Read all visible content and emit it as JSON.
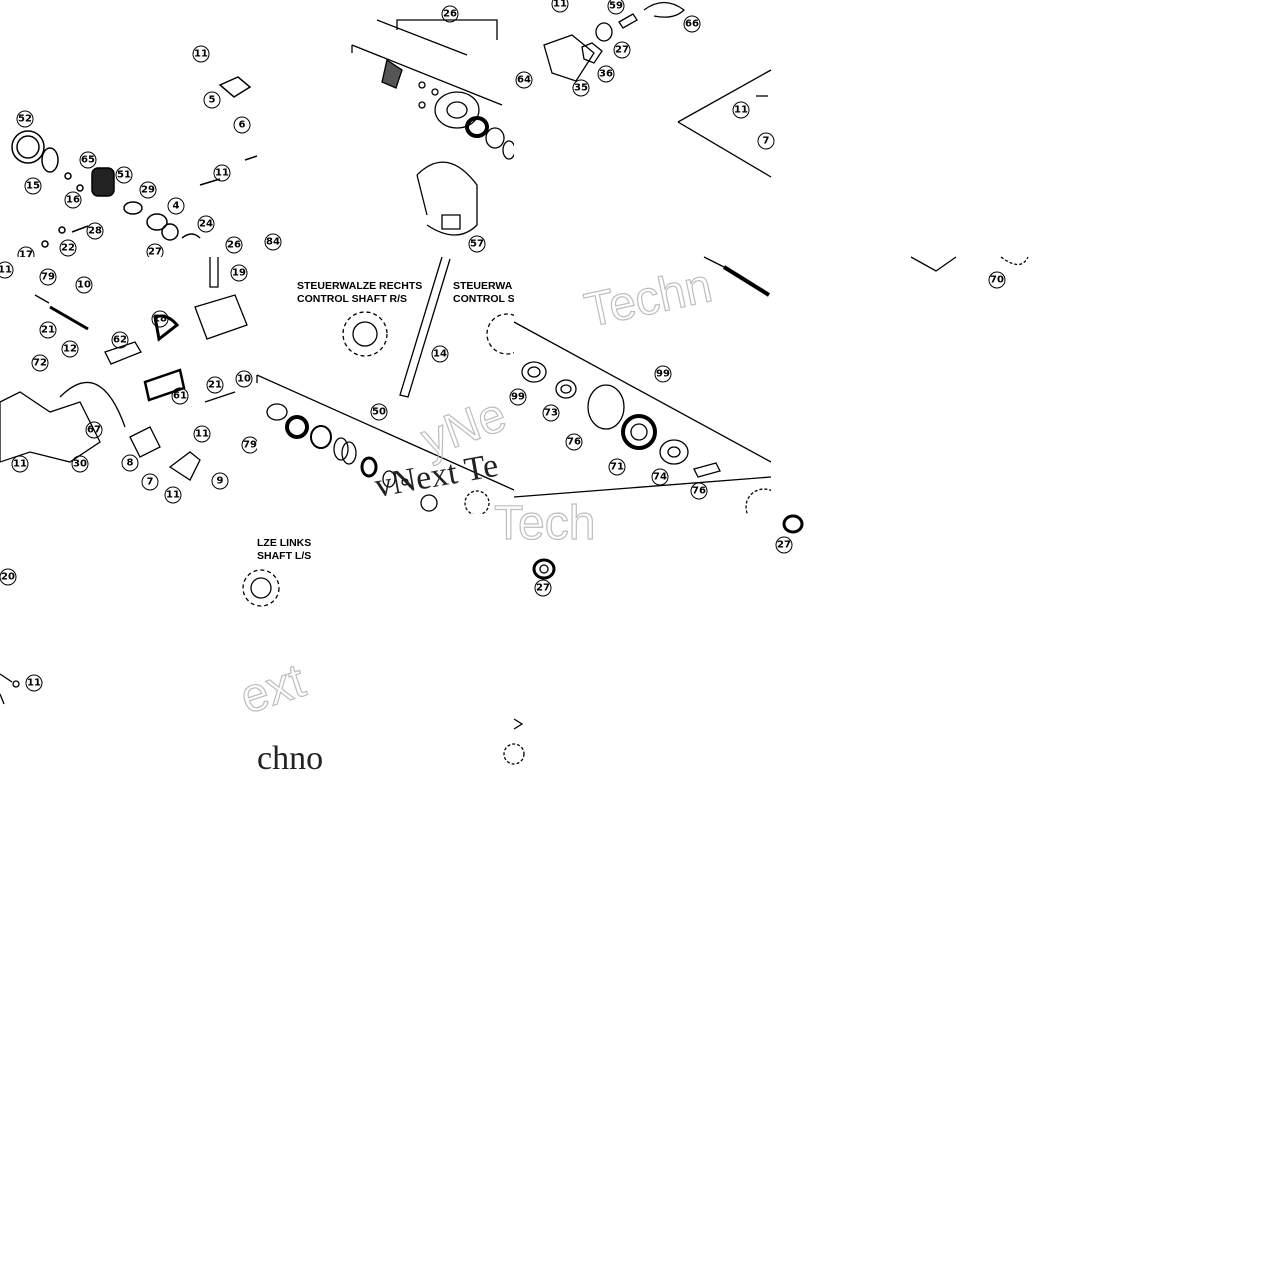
{
  "labels": {
    "shaft_right": [
      "STEUERWALZE RECHTS",
      "CONTROL SHAFT R/S"
    ],
    "shaft_mid": [
      "STEUERWA",
      "CONTROL S"
    ],
    "shaft_left": [
      "LZE LINKS",
      "SHAFT L/S"
    ]
  },
  "watermarks": [
    "Techn",
    "vNext Te",
    "yNe",
    "ext",
    "chno",
    "Tech"
  ],
  "callouts": [
    "11",
    "5",
    "6",
    "52",
    "15",
    "65",
    "51",
    "16",
    "29",
    "4",
    "24",
    "26",
    "27",
    "28",
    "22",
    "17",
    "11",
    "26",
    "59",
    "66",
    "27",
    "64",
    "35",
    "36",
    "11",
    "7",
    "84",
    "57",
    "11",
    "79",
    "10",
    "19",
    "21",
    "62",
    "18",
    "72",
    "12",
    "61",
    "21",
    "10",
    "67",
    "11",
    "9",
    "30",
    "8",
    "7",
    "11",
    "79",
    "14",
    "50",
    "99",
    "73",
    "76",
    "71",
    "74",
    "76",
    "20",
    "27",
    "27",
    "11",
    "70"
  ],
  "colors": {
    "ink": "#000000",
    "paper": "#ffffff",
    "watermark": "#bdbdbd"
  }
}
